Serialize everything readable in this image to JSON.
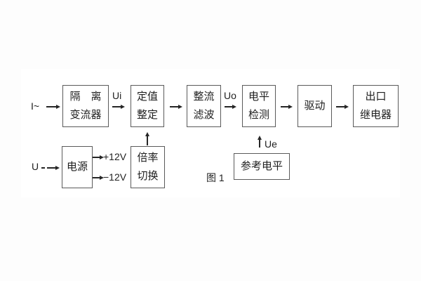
{
  "figure": {
    "caption": "图 1"
  },
  "inputs": {
    "current": "I~",
    "voltage": "U"
  },
  "signals": {
    "ui": "Ui",
    "uo": "Uo",
    "ue": "Ue",
    "plus12v": "+12V",
    "minus12v": "−12V"
  },
  "blocks": {
    "isolation": {
      "line1": "隔　离",
      "line2": "变流器"
    },
    "setting": {
      "line1": "定值",
      "line2": "整定"
    },
    "rectifier": {
      "line1": "整流",
      "line2": "滤波"
    },
    "level": {
      "line1": "电平",
      "line2": "检测"
    },
    "drive": {
      "line1": "驱动"
    },
    "output_relay": {
      "line1": "出口",
      "line2": "继电器"
    },
    "power": {
      "line1": "电源"
    },
    "multiplier": {
      "line1": "倍率",
      "line2": "切换"
    },
    "reference": {
      "line1": "参考电平"
    }
  },
  "colors": {
    "line": "#262626",
    "border": "#5a5a5a",
    "text": "#1f1f1f",
    "background": "#fdfdfd",
    "panel": "#ffffff"
  }
}
